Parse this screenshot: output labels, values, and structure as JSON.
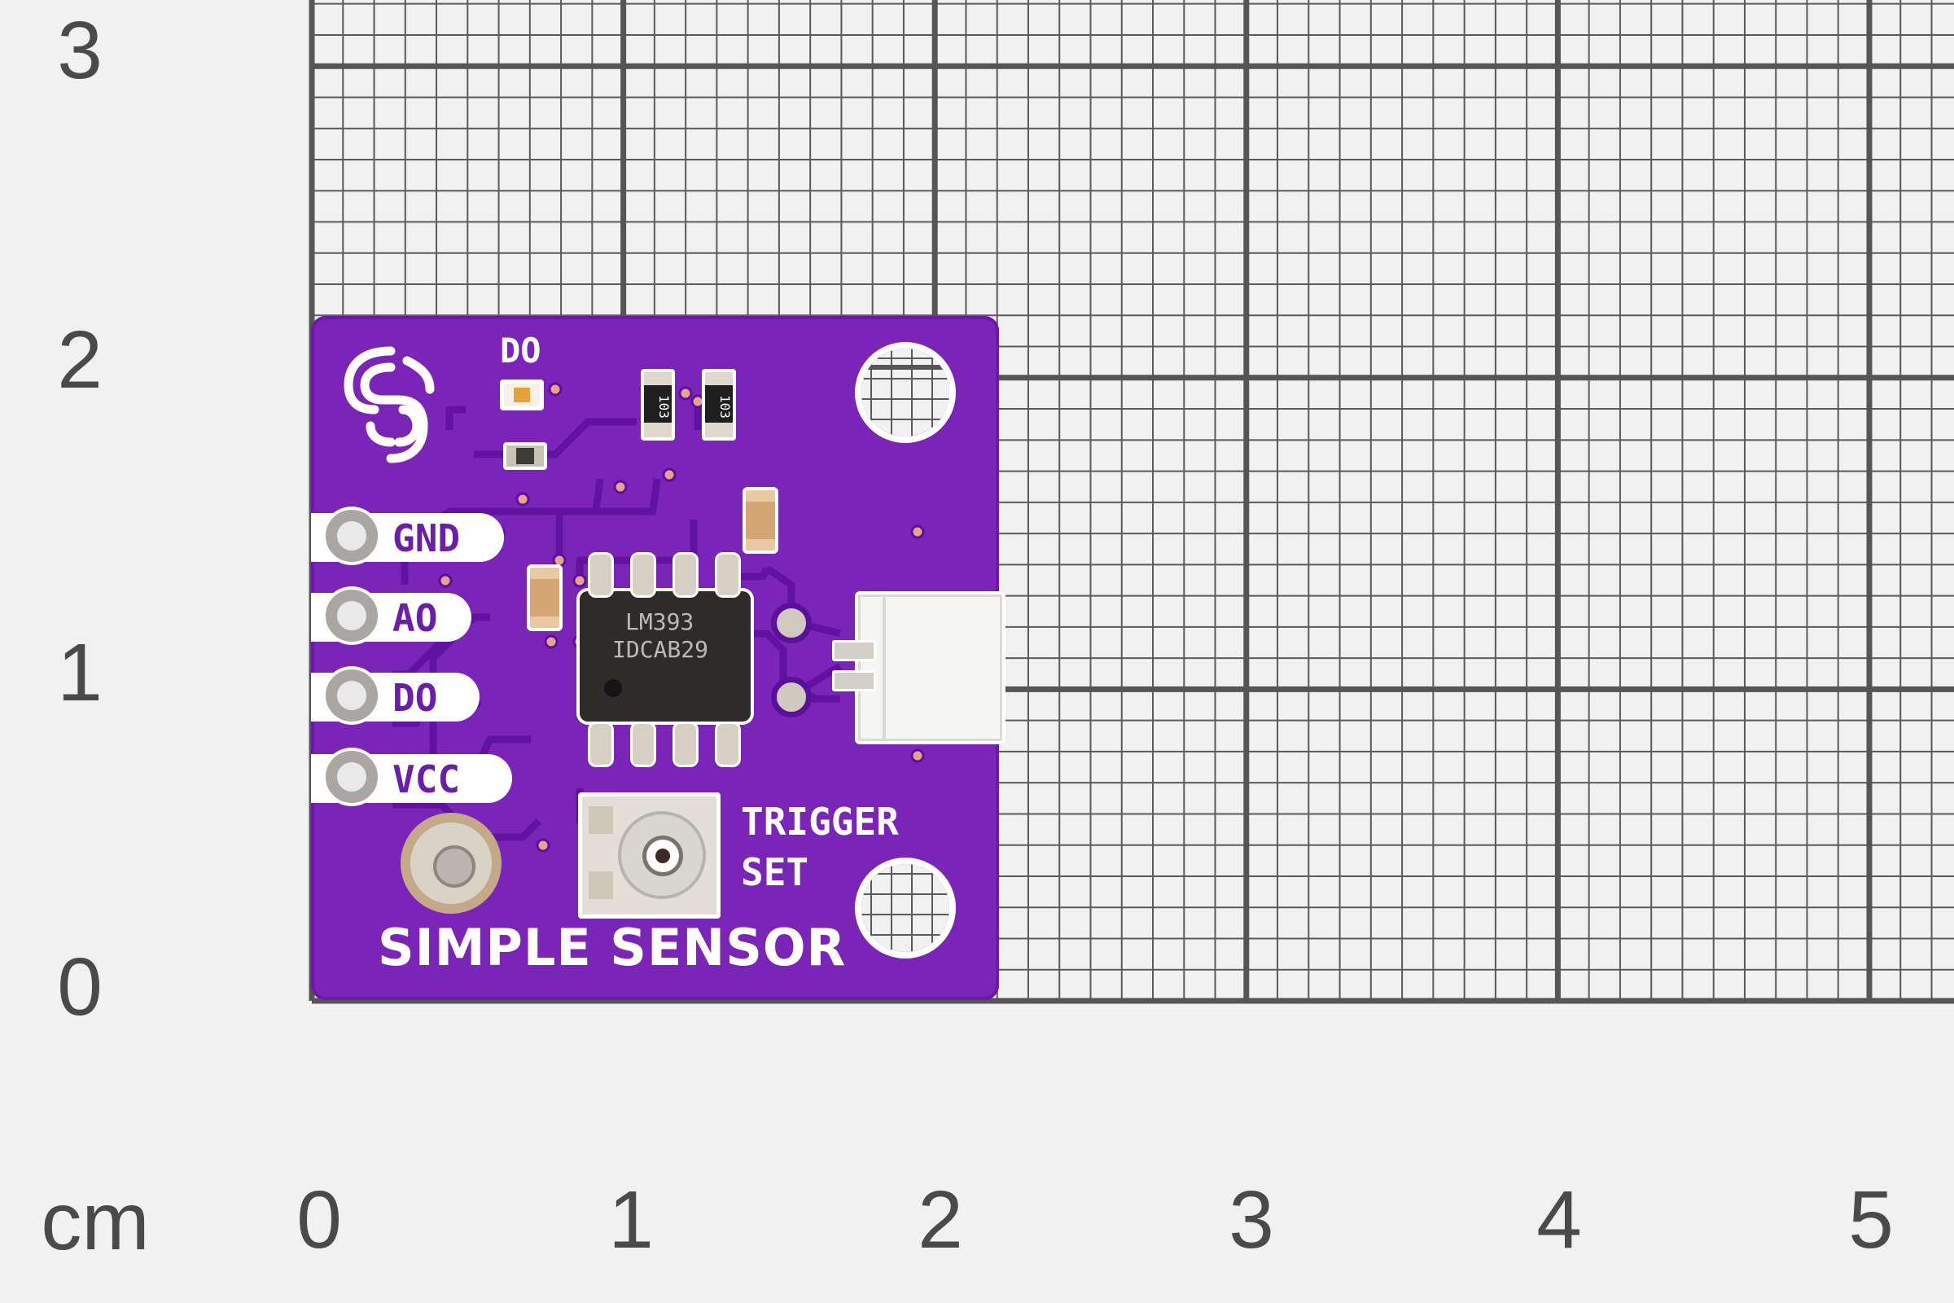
{
  "scale": {
    "unit": "cm",
    "x_ticks": [
      "0",
      "1",
      "2",
      "3",
      "4",
      "5"
    ],
    "y_ticks": [
      "0",
      "1",
      "2",
      "3"
    ]
  },
  "board": {
    "title": "SIMPLE SENSOR",
    "led_label": "DO",
    "pins": [
      "GND",
      "AO",
      "DO",
      "VCC"
    ],
    "ic_marking_line1": "LM393",
    "ic_marking_line2": "IDCAB29",
    "resistor_marking": "103",
    "pot_label_line1": "TRIGGER",
    "pot_label_line2": "SET"
  },
  "colors": {
    "pcb": "#7a25b8",
    "pcb_edge": "#6a1aa6",
    "grid_line": "#555555",
    "background": "#f1f1f1"
  }
}
